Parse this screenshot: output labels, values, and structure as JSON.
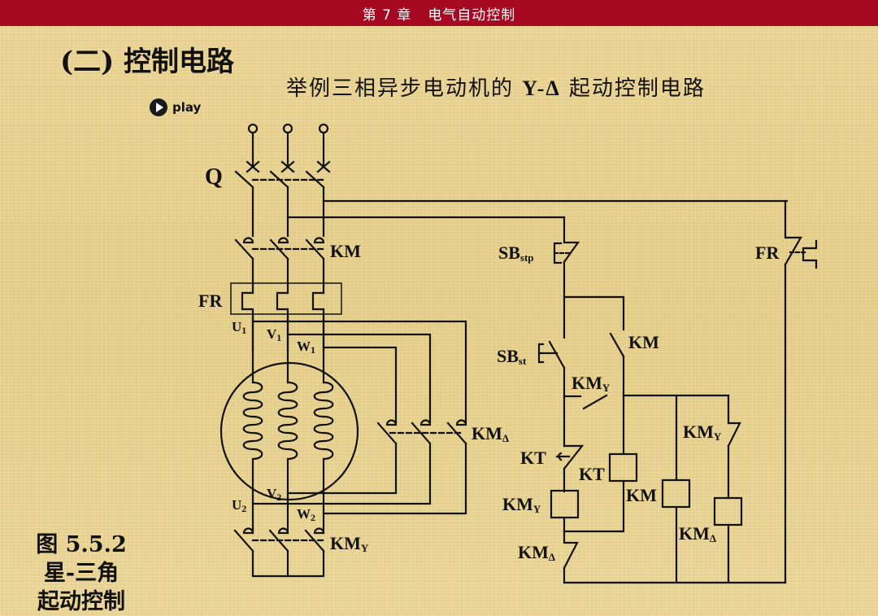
{
  "header": {
    "chapter": "第 7 章",
    "chapter_title": "电气自动控制"
  },
  "section_title": "(二) 控制电路",
  "subtitle": {
    "prefix": "举例三相异步电动机的",
    "emphasis": "Y-Δ",
    "suffix": "起动控制电路"
  },
  "play_button": {
    "label": "play",
    "icon": "play-icon"
  },
  "figure_caption": {
    "number": "图 5.5.2",
    "line2": "星-三角",
    "line3": "起动控制"
  },
  "diagram": {
    "colors": {
      "line": "#111111",
      "background": "#e8d393",
      "header": "#a50a22"
    },
    "labels": {
      "Q": "Q",
      "KM_main": "KM",
      "FR_main": "FR",
      "U1": "U",
      "U1_sub": "1",
      "V1": "V",
      "V1_sub": "1",
      "W1": "W",
      "W1_sub": "1",
      "U2": "U",
      "U2_sub": "2",
      "V2": "V",
      "V2_sub": "2",
      "W2": "W",
      "W2_sub": "2",
      "KM_delta_main": "KM",
      "KM_delta_main_sub": "Δ",
      "KM_Y_main": "KM",
      "KM_Y_main_sub": "Y",
      "SB_stp": "SB",
      "SB_stp_sub": "stp",
      "SB_st": "SB",
      "SB_st_sub": "st",
      "FR_ctrl": "FR",
      "KM_hold": "KM",
      "KM_Y_nc": "KM",
      "KM_Y_nc_sub": "Y",
      "KT_contact": "KT",
      "KT_coil": "KT",
      "KM_Y_coil": "KM",
      "KM_Y_coil_sub": "Y",
      "KM_coil": "KM",
      "KM_Y_interlock": "KM",
      "KM_Y_interlock_sub": "Y",
      "KM_delta_coil": "KM",
      "KM_delta_coil_sub": "Δ",
      "KM_delta_interlock": "KM",
      "KM_delta_interlock_sub": "Δ"
    }
  }
}
